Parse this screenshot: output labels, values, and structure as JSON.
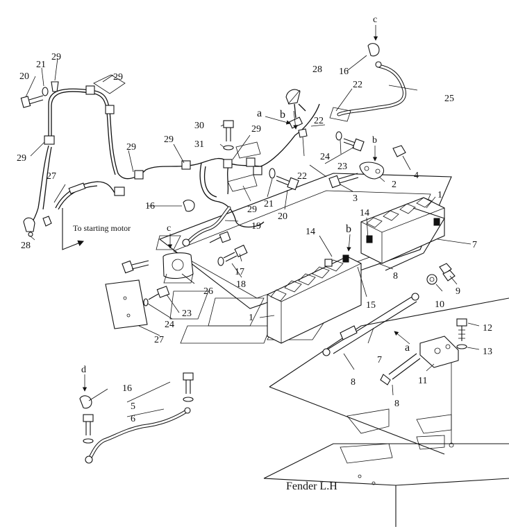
{
  "texts": {
    "to_starting_motor": "To starting motor",
    "fender": "Fender L.H"
  },
  "view_markers": {
    "a": "a",
    "b": "b",
    "c": "c",
    "d": "d"
  },
  "callouts": {
    "n1": "1",
    "n2": "2",
    "n3": "3",
    "n4": "4",
    "n5": "5",
    "n6": "6",
    "n7": "7",
    "n8": "8",
    "n9": "9",
    "n10": "10",
    "n11": "11",
    "n12": "12",
    "n13": "13",
    "n14": "14",
    "n15": "15",
    "n16": "16",
    "n17": "17",
    "n18": "18",
    "n19": "19",
    "n20": "20",
    "n21": "21",
    "n22": "22",
    "n23": "23",
    "n24": "24",
    "n25": "25",
    "n26": "26",
    "n27": "27",
    "n28": "28",
    "n29": "29",
    "n30": "30",
    "n31": "31"
  }
}
